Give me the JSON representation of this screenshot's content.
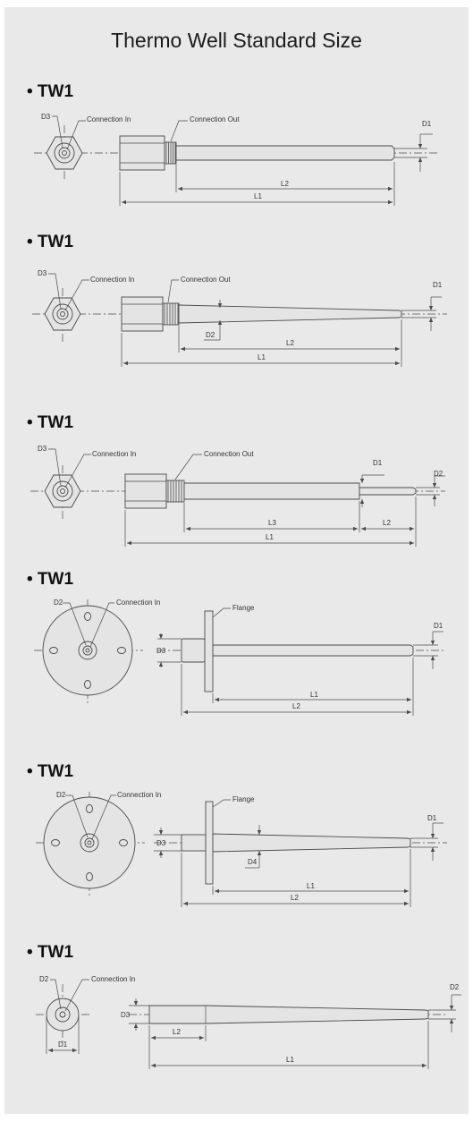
{
  "page": {
    "title": "Thermo Well Standard Size"
  },
  "sections": [
    {
      "title": "• TW1",
      "labels": {
        "d3": "D3",
        "connection_in": "Connection In",
        "connection_out": "Connection Out",
        "d1": "D1",
        "l2": "L2",
        "l1": "L1"
      }
    },
    {
      "title": "• TW1",
      "labels": {
        "d3": "D3",
        "connection_in": "Connection In",
        "connection_out": "Connection Out",
        "d1": "D1",
        "d2": "D2",
        "l2": "L2",
        "l1": "L1"
      }
    },
    {
      "title": "• TW1",
      "labels": {
        "d3": "D3",
        "connection_in": "Connection In",
        "connection_out": "Connection Out",
        "d1": "D1",
        "d2": "D2",
        "l3": "L3",
        "l2": "L2",
        "l1": "L1"
      }
    },
    {
      "title": "• TW1",
      "labels": {
        "d2": "D2",
        "connection_in": "Connection In",
        "flange": "Flange",
        "d3": "D3",
        "d1": "D1",
        "l1": "L1",
        "l2": "L2"
      }
    },
    {
      "title": "• TW1",
      "labels": {
        "d2": "D2",
        "connection_in": "Connection In",
        "flange": "Flange",
        "d1": "D1",
        "d3": "D3",
        "d4": "D4",
        "l1": "L1",
        "l2": "L2"
      }
    },
    {
      "title": "• TW1",
      "labels": {
        "d2": "D2",
        "connection_in": "Connection In",
        "d3": "D3",
        "d1": "D1",
        "l2": "L2",
        "l1": "L1"
      }
    }
  ]
}
